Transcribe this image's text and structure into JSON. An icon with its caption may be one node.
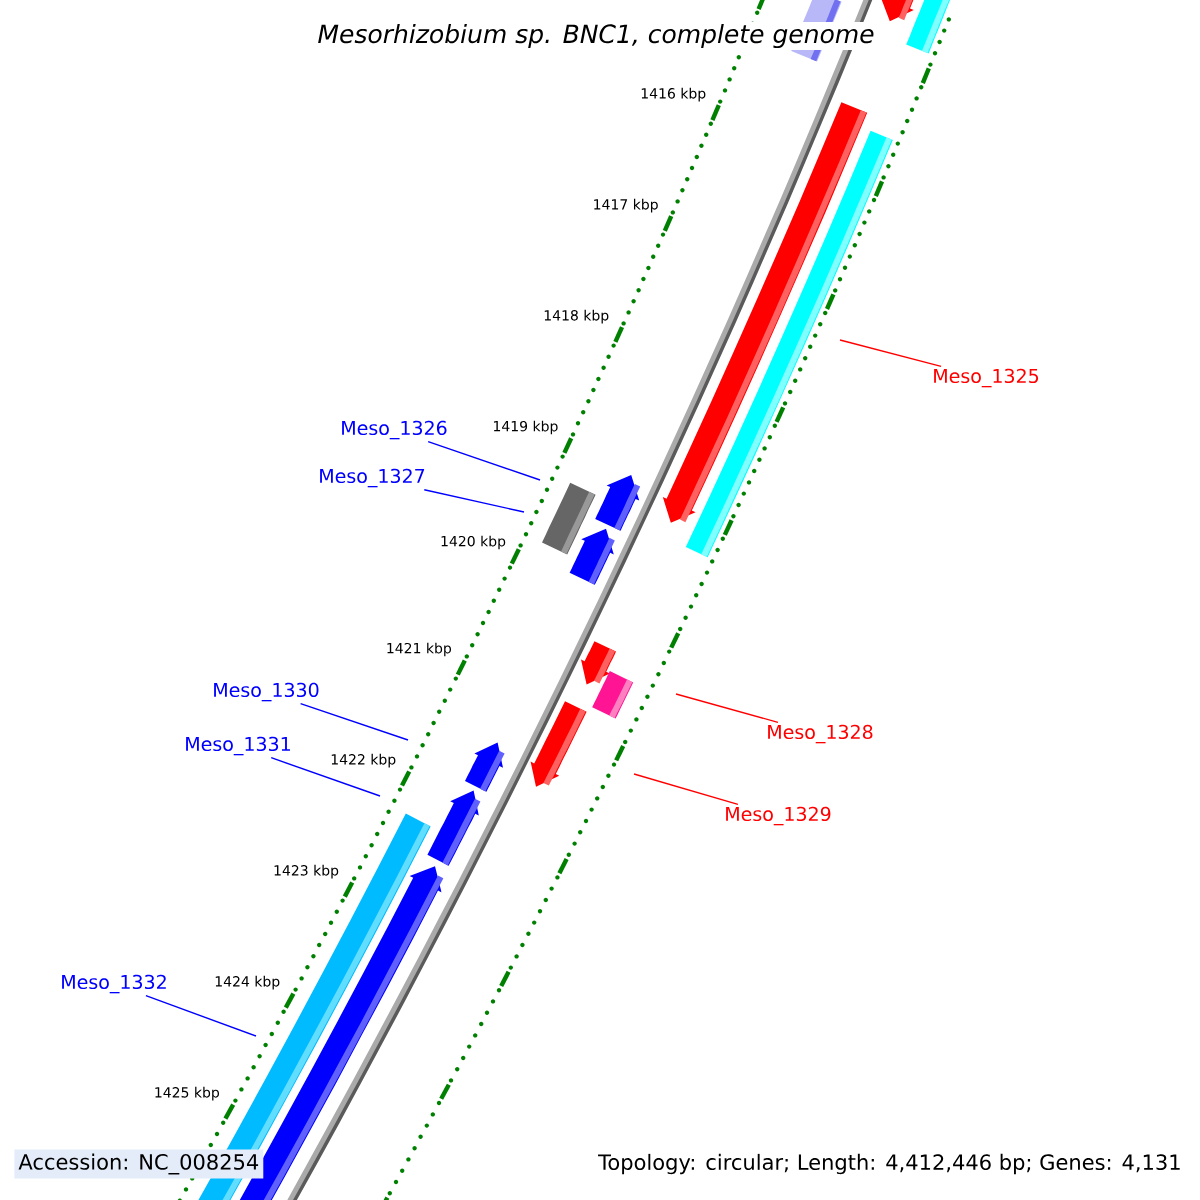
{
  "diagram": {
    "title": "Mesorhizobium sp. BNC1, complete genome",
    "nodes": [
      {
        "text": [
          "Meso_1325"
        ]
      },
      {
        "text": [
          "Meso_1326"
        ]
      },
      {
        "text": [
          "Meso_1327"
        ]
      },
      {
        "text": [
          "Meso_1330"
        ]
      },
      {
        "text": [
          "Meso_1328"
        ]
      },
      {
        "text": [
          "Meso_1331"
        ]
      },
      {
        "text": [
          "Meso_1329"
        ]
      },
      {
        "text": [
          "Meso_1332"
        ]
      }
    ],
    "edges": [
      {
        "from": 0,
        "to": null,
        "arrow": "none",
        "color": "#ff0000"
      },
      {
        "from": 1,
        "to": null,
        "arrow": "none"
      },
      {
        "from": 2,
        "to": null,
        "arrow": "none"
      },
      {
        "from": 3,
        "to": null,
        "arrow": "none"
      },
      {
        "from": 4,
        "to": null,
        "arrow": "none",
        "color": "#ff0000"
      },
      {
        "from": 5,
        "to": null,
        "arrow": "none"
      },
      {
        "from": 6,
        "to": null,
        "arrow": "none",
        "color": "#ff0000"
      },
      {
        "from": 7,
        "to": null,
        "arrow": "none"
      }
    ],
    "labels": [
      "1416 kbp",
      "1417 kbp",
      "1418 kbp",
      "1419 kbp",
      "1420 kbp",
      "1421 kbp",
      "1422 kbp",
      "1423 kbp",
      "1424 kbp",
      "1425 kbp",
      "Accession: NC_008254",
      "Topology: circular; Length: 4,412,446 bp; Genes: 4,131"
    ]
  }
}
